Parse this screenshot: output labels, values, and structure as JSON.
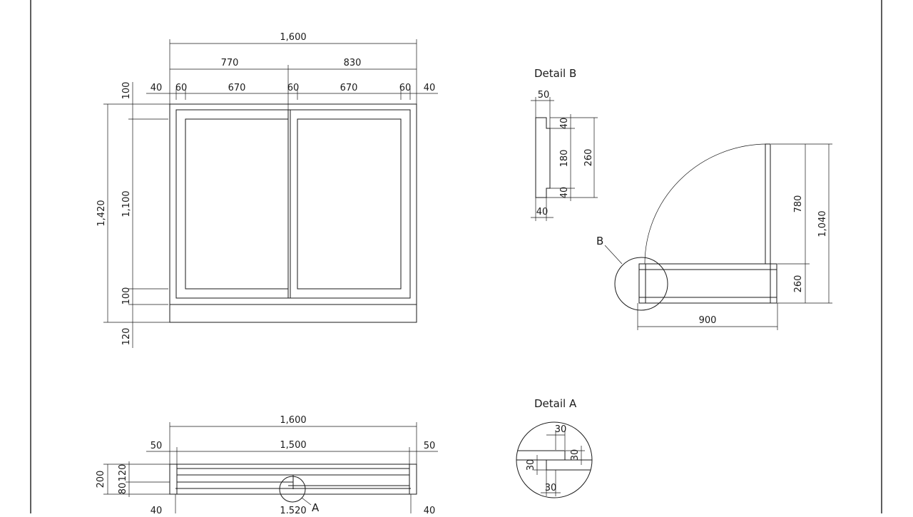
{
  "front_view": {
    "total_width": "1,600",
    "left_leaf": "770",
    "right_leaf": "830",
    "edge_left": "40",
    "frame_a": "60",
    "panel_a": "670",
    "frame_mid": "60",
    "panel_b": "670",
    "frame_b": "60",
    "edge_right": "40",
    "top_rail": "100",
    "panel_height": "1,100",
    "total_height": "1,420",
    "bottom_rail": "100",
    "base": "120"
  },
  "plan_view": {
    "total_width": "1,600",
    "inner_width": "1,500",
    "left_end": "50",
    "right_end": "50",
    "depth": "200",
    "depth_upper": "120",
    "depth_lower": "80",
    "bottom_left": "40",
    "bottom_mid": "1,520",
    "bottom_right": "40",
    "callout": "A"
  },
  "detail_b": {
    "title": "Detail B",
    "top_width": "50",
    "upper": "40",
    "middle": "180",
    "lower": "40",
    "overall": "260",
    "bottom_width": "40"
  },
  "side_view": {
    "callout": "B",
    "width": "900",
    "upper": "780",
    "lower": "260",
    "overall": "1,040"
  },
  "detail_a": {
    "title": "Detail A",
    "top": "30",
    "right": "30",
    "left": "30",
    "bottom": "30"
  }
}
